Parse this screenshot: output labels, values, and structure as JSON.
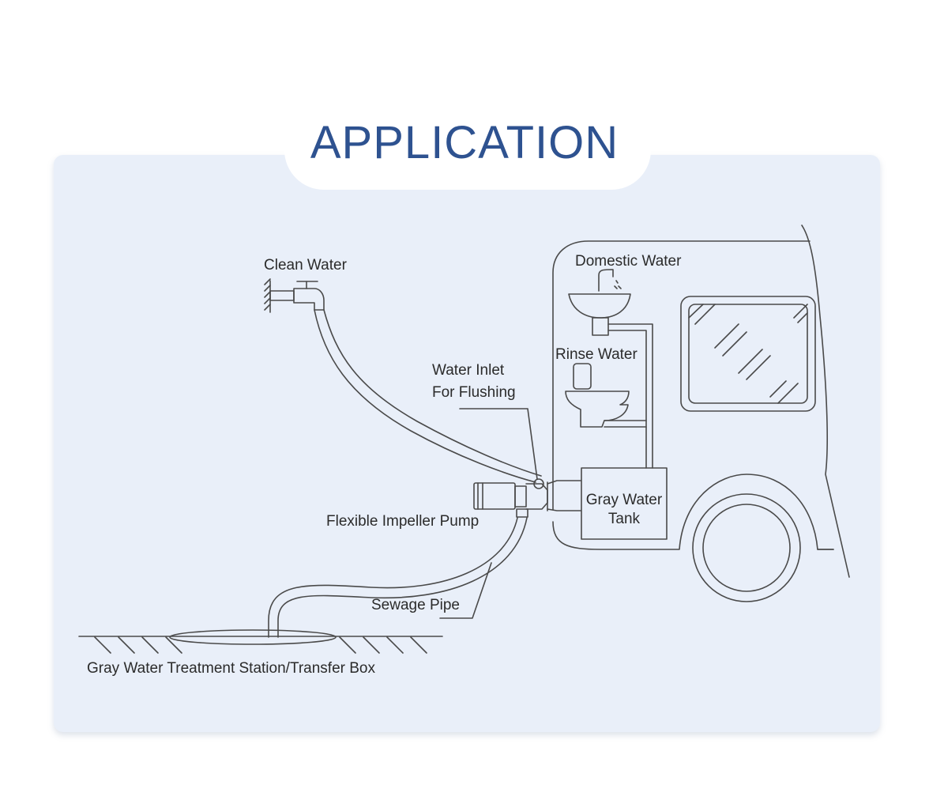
{
  "title": "APPLICATION",
  "labels": {
    "clean_water": "Clean Water",
    "domestic_water": "Domestic Water",
    "rinse_water": "Rinse Water",
    "water_inlet_line1": "Water Inlet",
    "water_inlet_line2": "For Flushing",
    "gray_tank_line1": "Gray Water",
    "gray_tank_line2": "Tank",
    "pump": "Flexible Impeller Pump",
    "sewage_pipe": "Sewage Pipe",
    "station": "Gray Water Treatment Station/Transfer Box"
  },
  "colors": {
    "title": "#2e5290",
    "panel": "#e9eff9",
    "line": "#4a4a4a"
  }
}
